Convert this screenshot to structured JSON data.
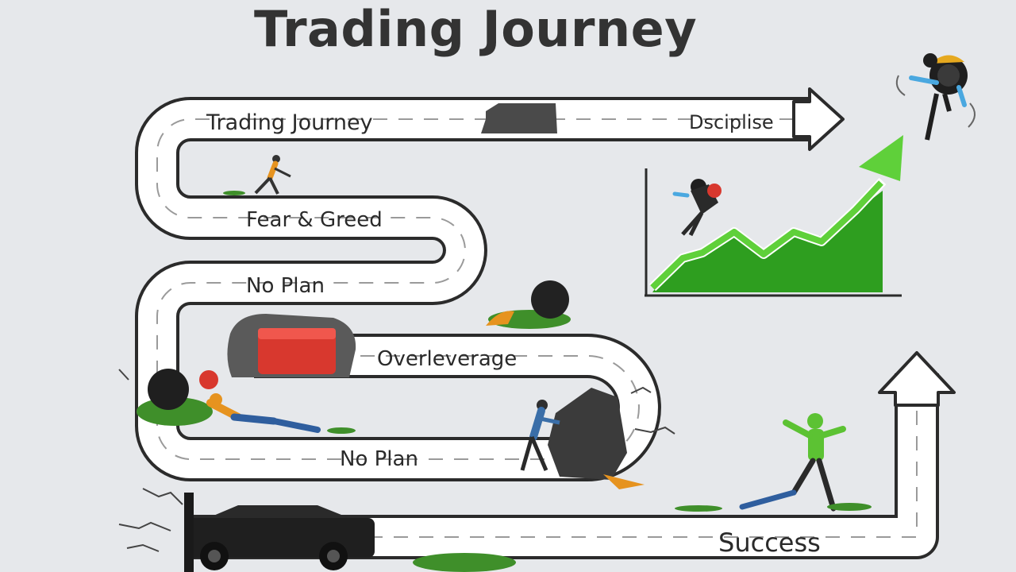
{
  "title": "Trading Journey",
  "road_labels": {
    "top_left": "Trading Journey",
    "top_right": "Dsciplise",
    "row2": "Fear & Greed",
    "row3": "No Plan",
    "row4": "Overleverage",
    "row5": "No Plan",
    "bottom": "Success"
  },
  "colors": {
    "background": "#e6e8eb",
    "road_fill": "#ffffff",
    "road_edge": "#2b2b2b",
    "lane_dash": "#9a9a9a",
    "chart_green": "#2e9e1f",
    "chart_green_light": "#5fd03a",
    "figure_green": "#5cc233",
    "hazard_red": "#d8382e",
    "title": "#333333"
  },
  "icons": [
    "road-arrow-icon",
    "rock-obstacle-icon",
    "falling-person-icon",
    "crashed-car-icon",
    "growth-chart-icon",
    "success-person-icon",
    "jumping-person-icon"
  ]
}
